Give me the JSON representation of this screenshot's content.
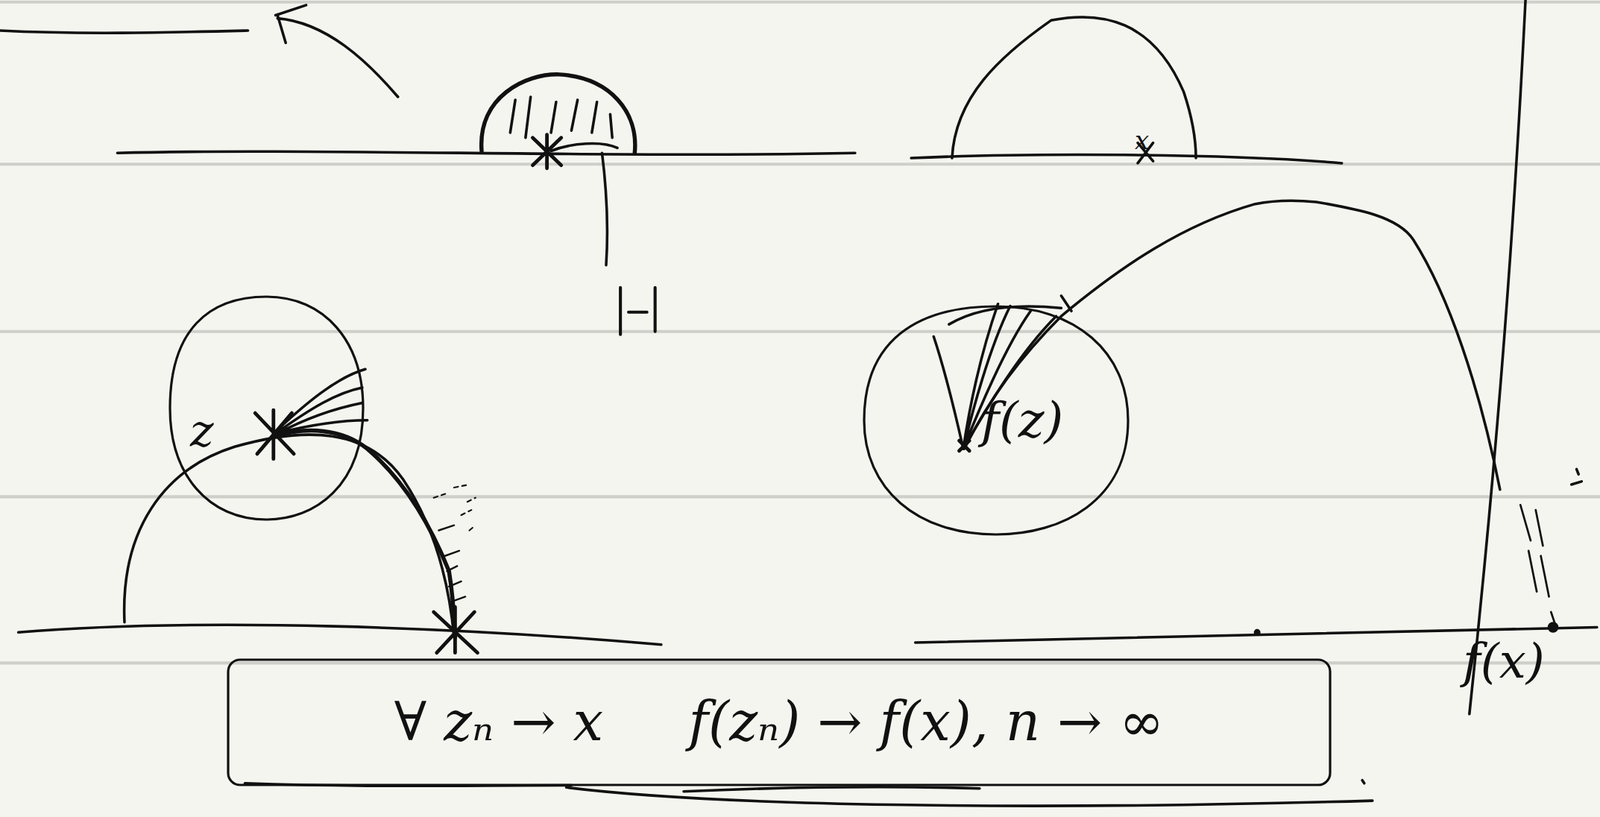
{
  "diagram": {
    "nodes": [
      {
        "text": [
          "z"
        ]
      },
      {
        "text": [
          "f(z)"
        ]
      },
      {
        "text": [
          "∀ zₙ → x     f(zₙ) → f(x), n → ∞"
        ]
      }
    ],
    "labels": [
      "x",
      "f(x)"
    ]
  }
}
